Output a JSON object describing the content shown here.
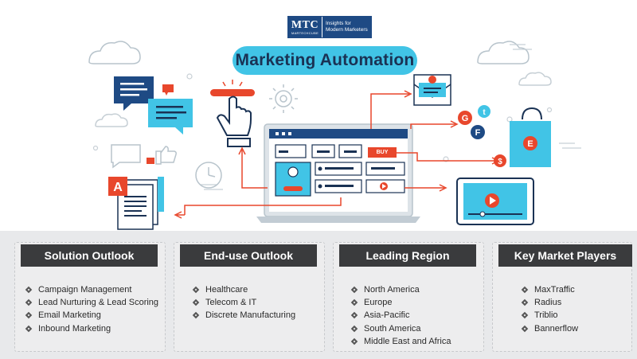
{
  "logo": {
    "mark": "MTC",
    "mark_sub": "MARTECHCUBE",
    "tagline_1": "Insights for",
    "tagline_2": "Modern Marketers"
  },
  "title": "Marketing Automation",
  "illustration": {
    "buy_label": "BUY",
    "social_letters": [
      "G",
      "t",
      "F"
    ],
    "bag_letter": "E",
    "coin_symbol": "$",
    "doc_letter": "A",
    "icons": [
      "chat-bubble-icon",
      "thumbs-up-icon",
      "clock-icon",
      "pointer-hand-icon",
      "gear-icon",
      "email-icon",
      "shopping-bag-icon",
      "video-player-icon",
      "document-icon",
      "laptop-icon",
      "cloud-icon"
    ],
    "colors": {
      "accent_blue": "#41c4e6",
      "navy": "#1e4a84",
      "orange": "#e8472c",
      "dark": "#1a3254"
    }
  },
  "sections": [
    {
      "heading": "Solution Outlook",
      "items": [
        "Campaign Management",
        "Lead Nurturing & Lead Scoring",
        "Email Marketing",
        "Inbound Marketing"
      ]
    },
    {
      "heading": "End-use Outlook",
      "items": [
        "Healthcare",
        "Telecom & IT",
        "Discrete Manufacturing"
      ]
    },
    {
      "heading": "Leading Region",
      "items": [
        "North America",
        "Europe",
        "Asia-Pacific",
        "South America",
        "Middle East and Africa"
      ]
    },
    {
      "heading": "Key Market Players",
      "items": [
        "MaxTraffic",
        "Radius",
        "Triblio",
        "Bannerflow"
      ]
    }
  ]
}
